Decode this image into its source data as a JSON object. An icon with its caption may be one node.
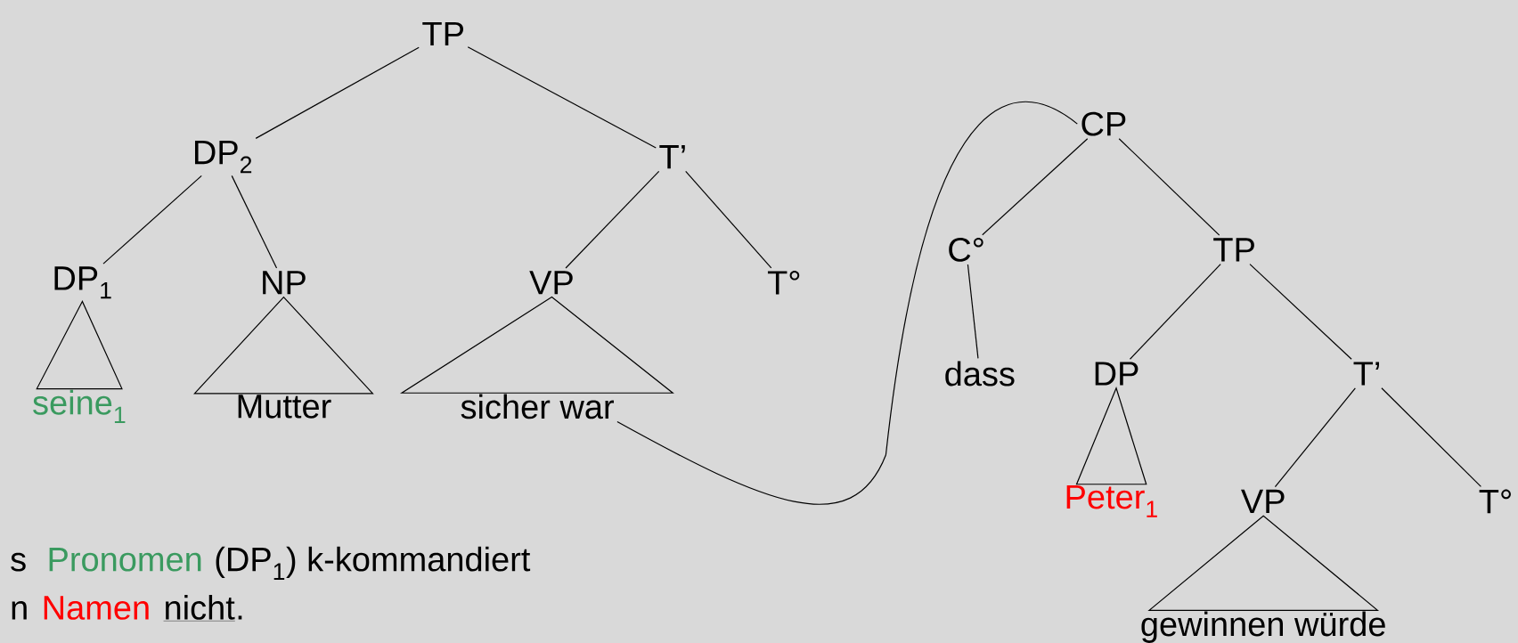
{
  "diagram": {
    "nodes": [
      {
        "text": [
          "TP"
        ]
      },
      {
        "text": [
          "DP$_{2}$"
        ]
      },
      {
        "text": [
          "T’"
        ]
      },
      {
        "text": [
          "DP$_{1}$"
        ]
      },
      {
        "text": [
          "NP"
        ]
      },
      {
        "text": [
          "VP"
        ]
      },
      {
        "text": [
          "T°"
        ]
      },
      {
        "text": [
          "seine$_{1}$"
        ]
      },
      {
        "text": [
          "Mutter"
        ]
      },
      {
        "text": [
          "sicher war"
        ]
      },
      {
        "text": [
          "CP"
        ]
      },
      {
        "text": [
          "C°"
        ]
      },
      {
        "text": [
          "TP"
        ]
      },
      {
        "text": [
          "dass"
        ]
      },
      {
        "text": [
          "DP"
        ]
      },
      {
        "text": [
          "T’"
        ]
      },
      {
        "text": [
          "Peter$_{1}$"
        ]
      },
      {
        "text": [
          "VP"
        ]
      },
      {
        "text": [
          "T°"
        ]
      },
      {
        "text": [
          "gewinnen würde"
        ]
      }
    ],
    "edges": [
      {
        "from": 0,
        "to": 1,
        "arrow": "none"
      },
      {
        "from": 0,
        "to": 2,
        "arrow": "none"
      },
      {
        "from": 1,
        "to": 3,
        "arrow": "none"
      },
      {
        "from": 1,
        "to": 4,
        "arrow": "none"
      },
      {
        "from": 2,
        "to": 5,
        "arrow": "none"
      },
      {
        "from": 2,
        "to": 6,
        "arrow": "none"
      },
      {
        "from": 3,
        "to": 7,
        "arrow": "none"
      },
      {
        "from": 4,
        "to": 8,
        "arrow": "none"
      },
      {
        "from": 5,
        "to": 9,
        "arrow": "none"
      },
      {
        "from": 9,
        "to": 10,
        "arrow": "none"
      },
      {
        "from": 10,
        "to": 11,
        "arrow": "none"
      },
      {
        "from": 10,
        "to": 12,
        "arrow": "none"
      },
      {
        "from": 11,
        "to": 13,
        "arrow": "none"
      },
      {
        "from": 12,
        "to": 14,
        "arrow": "none"
      },
      {
        "from": 12,
        "to": 15,
        "arrow": "none"
      },
      {
        "from": 14,
        "to": 16,
        "arrow": "none"
      },
      {
        "from": 15,
        "to": 17,
        "arrow": "none"
      },
      {
        "from": 15,
        "to": 18,
        "arrow": "none"
      },
      {
        "from": 17,
        "to": 19,
        "arrow": "none"
      }
    ],
    "labels": [
      "s",
      "Pronomen",
      "(DP$_{1}$) k-kommandiert",
      "n",
      "Namen",
      "nicht",
      "."
    ]
  }
}
